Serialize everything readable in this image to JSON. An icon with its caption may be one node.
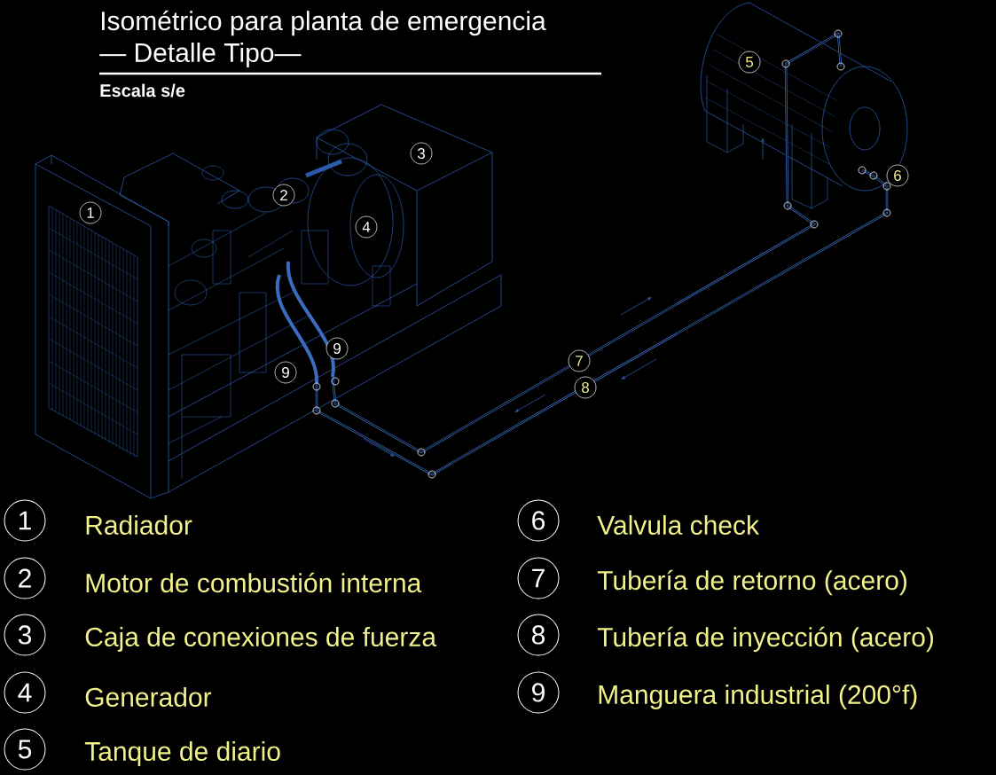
{
  "diagram": {
    "title": "Isométrico para planta de emergencia",
    "labels": [
      "— Detalle Tipo—",
      "Escala s/e",
      "5",
      "3",
      "6",
      "2",
      "1",
      "4",
      "9",
      "7",
      "9",
      "8",
      "1",
      "Radiador",
      "6",
      "Valvula check",
      "2",
      "Motor de combustión interna",
      "7",
      "Tubería de retorno (acero)",
      "3",
      "Caja de conexiones de fuerza",
      "8",
      "Tubería de inyección (acero)",
      "4",
      "Generador",
      "9",
      "Manguera industrial (200°f)",
      "5",
      "Tanque de diario"
    ]
  }
}
